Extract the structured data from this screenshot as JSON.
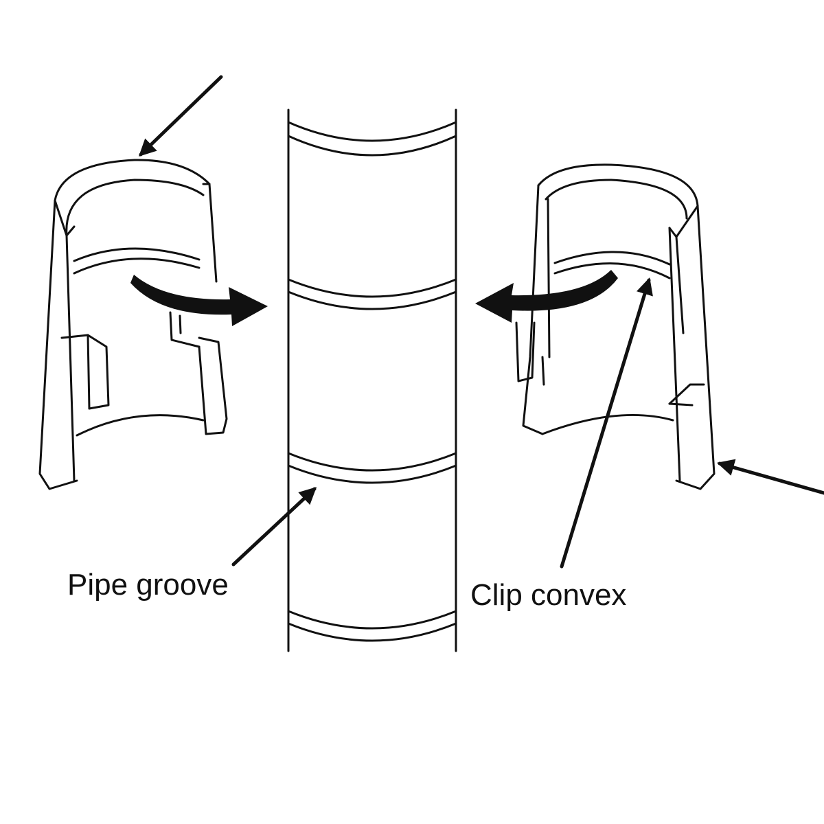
{
  "labels": {
    "pipe_groove": "Pipe groove",
    "clip_convex": "Clip convex"
  },
  "parts": {
    "pipe": "pipe-with-grooves",
    "left_clip": "half-shell-clip",
    "right_clip": "half-shell-clip"
  },
  "icons": {
    "rotate_arrow_left": "curved-arrow-right",
    "rotate_arrow_right": "curved-arrow-left"
  },
  "colors": {
    "line": "#111111",
    "background": "#ffffff"
  }
}
